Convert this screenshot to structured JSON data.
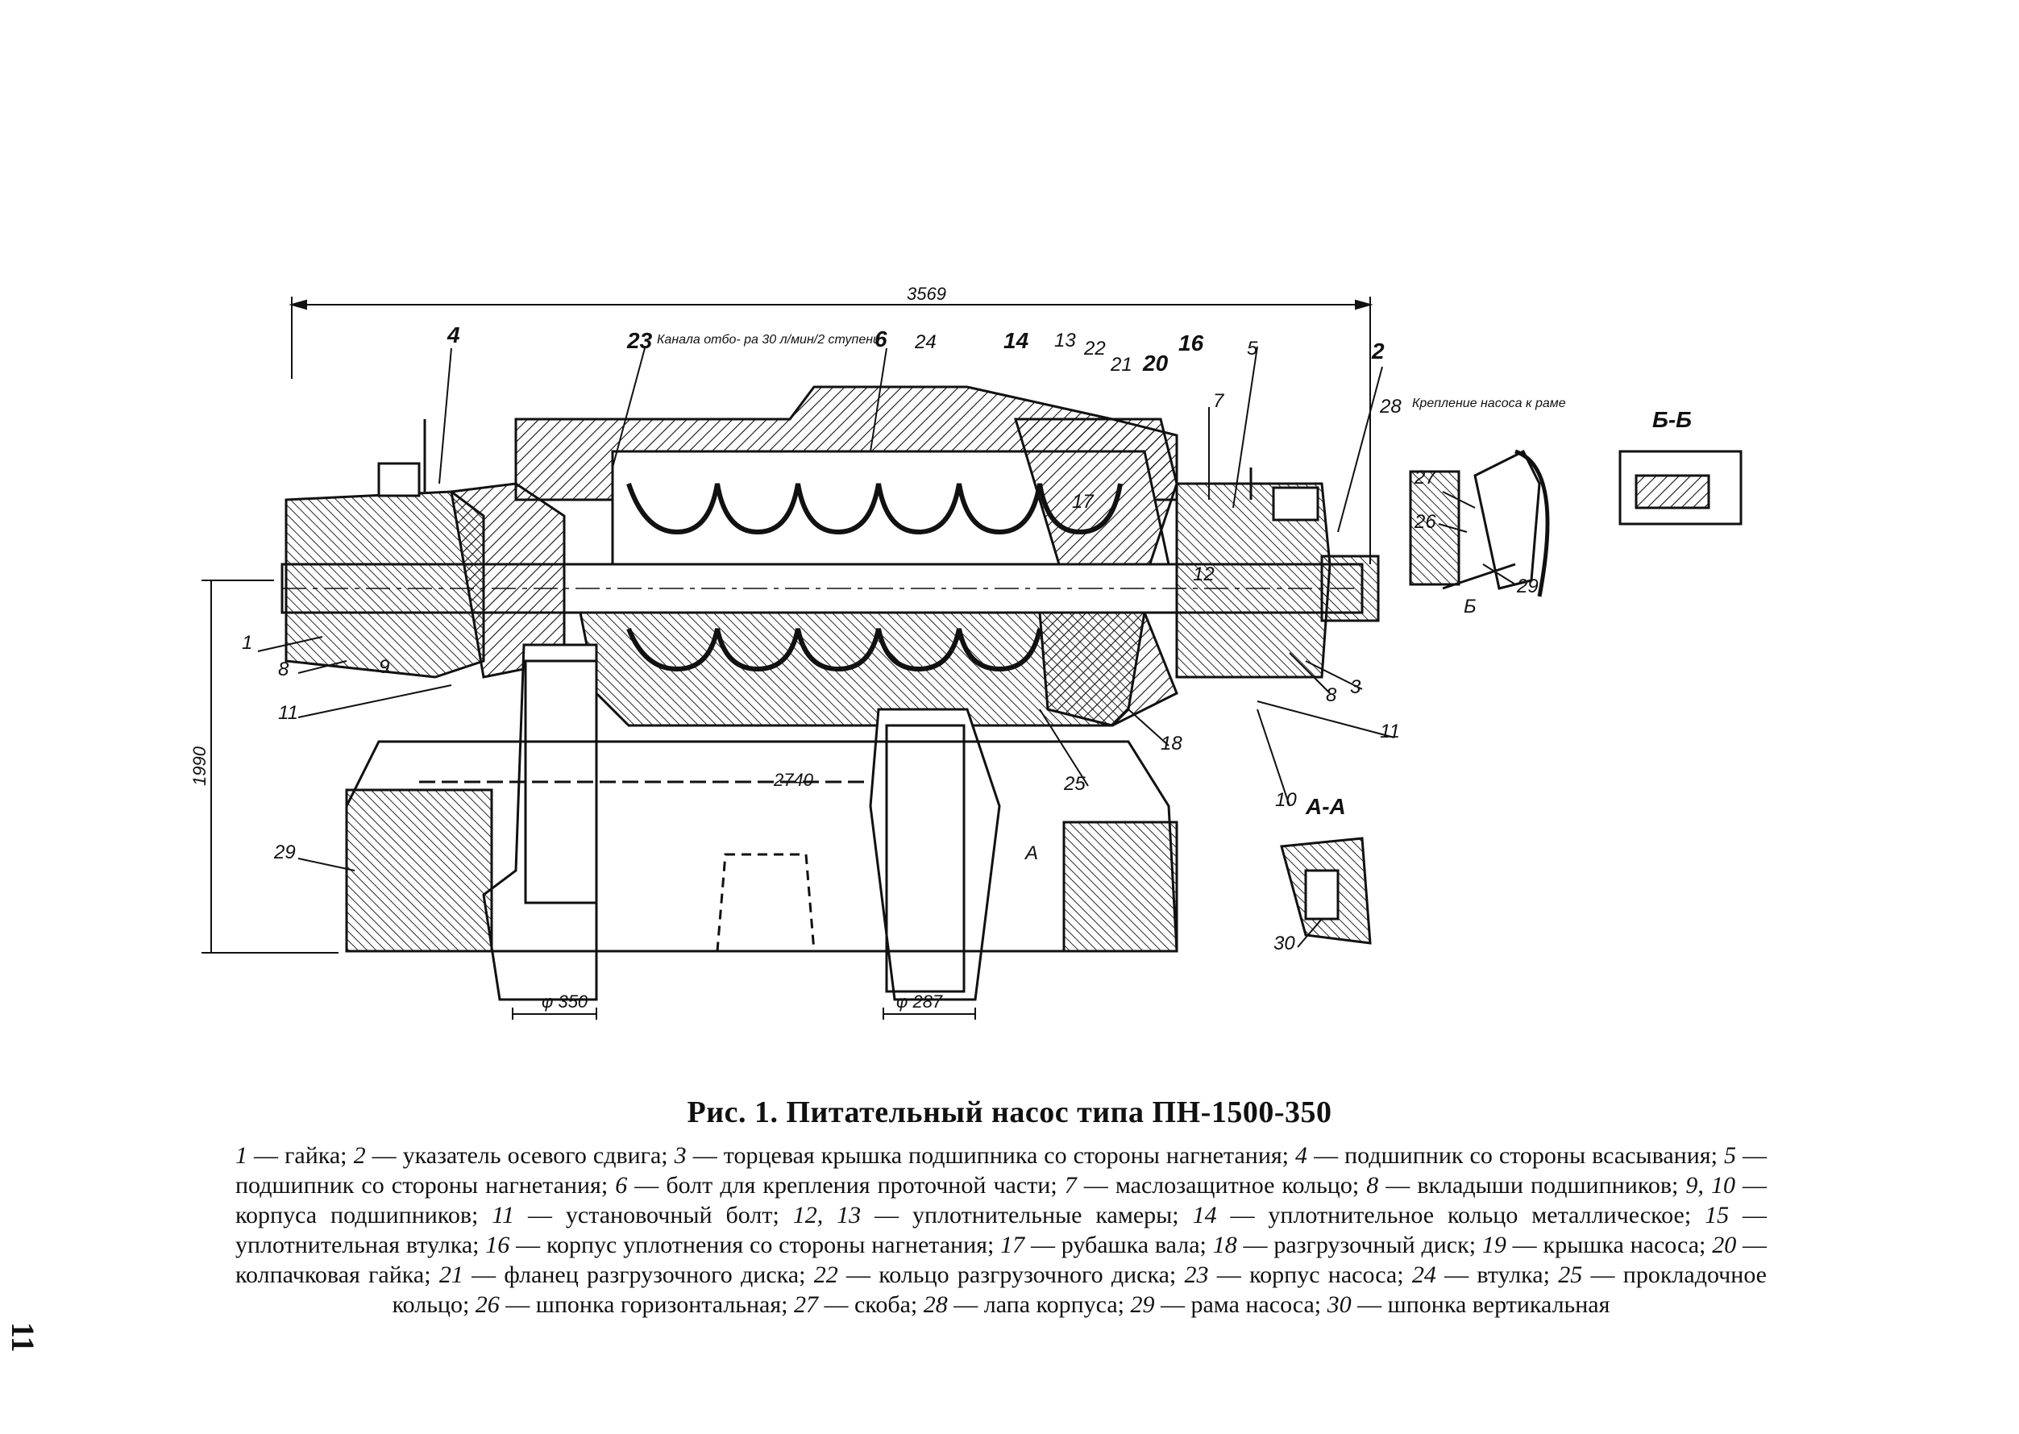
{
  "drawing": {
    "overall_length": "3569",
    "height": "1990",
    "span": "2740",
    "pipe_left_dia": "φ 350",
    "pipe_right_dia": "φ 287",
    "note_23": "Канала отбо- ра 30 л/мин/2 ступени",
    "note_28": "Крепление насоса к раме",
    "section_bb": "Б-Б",
    "section_aa": "А-А",
    "label_b": "Б",
    "label_a": "А",
    "callouts": [
      "1",
      "2",
      "3",
      "4",
      "5",
      "6",
      "7",
      "8",
      "8",
      "11",
      "11",
      "13",
      "14",
      "16",
      "17",
      "18",
      "20",
      "21",
      "22",
      "23",
      "24",
      "25",
      "26",
      "27",
      "28",
      "29",
      "29",
      "30",
      "10",
      "12",
      "9"
    ]
  },
  "caption": {
    "title": "Рис. 1. Питательный насос типа ПН-1500-350",
    "legend": [
      {
        "n": "1",
        "t": " — гайка; "
      },
      {
        "n": "2",
        "t": " — указатель осевого сдвига; "
      },
      {
        "n": "3",
        "t": " — торцевая крышка подшипника со стороны нагнетания; "
      },
      {
        "n": "4",
        "t": " — подшипник со стороны всасывания; "
      },
      {
        "n": "5",
        "t": " — подшипник со стороны нагнетания; "
      },
      {
        "n": "6",
        "t": " — болт для крепления проточной части; "
      },
      {
        "n": "7",
        "t": " — маслозащитное кольцо; "
      },
      {
        "n": "8",
        "t": " — вкладыши подшипников; "
      },
      {
        "n": "9, 10",
        "t": " — корпуса подшипников; "
      },
      {
        "n": "11",
        "t": " — установочный болт; "
      },
      {
        "n": "12, 13",
        "t": " — уплотнительные камеры; "
      },
      {
        "n": "14",
        "t": " — уплотнительное кольцо металлическое; "
      },
      {
        "n": "15",
        "t": " — уплотнительная втулка; "
      },
      {
        "n": "16",
        "t": " — корпус уплотнения со стороны нагнетания; "
      },
      {
        "n": "17",
        "t": " — рубашка вала; "
      },
      {
        "n": "18",
        "t": " — разгрузочный диск; "
      },
      {
        "n": "19",
        "t": " — крышка насоса; "
      },
      {
        "n": "20",
        "t": " — колпачковая гайка; "
      },
      {
        "n": "21",
        "t": " — фланец разгрузочного диска; "
      },
      {
        "n": "22",
        "t": " — кольцо разгрузочного диска; "
      },
      {
        "n": "23",
        "t": " — корпус насоса; "
      },
      {
        "n": "24",
        "t": " — втулка; "
      },
      {
        "n": "25",
        "t": " — прокладочное кольцо; "
      },
      {
        "n": "26",
        "t": " — шпонка горизонтальная; "
      },
      {
        "n": "27",
        "t": " — скоба; "
      },
      {
        "n": "28",
        "t": " — лапа корпуса; "
      },
      {
        "n": "29",
        "t": " — рама насоса; "
      },
      {
        "n": "30",
        "t": " — шпонка вертикальная"
      }
    ]
  },
  "page_number": "11"
}
